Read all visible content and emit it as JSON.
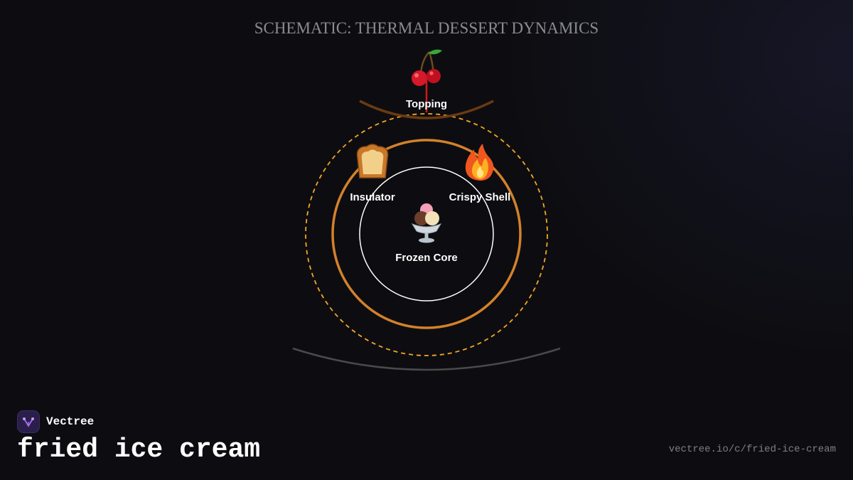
{
  "diagram": {
    "title": "SCHEMATIC: THERMAL DESSERT DYNAMICS",
    "nodes": {
      "topping": {
        "label": "Topping",
        "icon": "cherry-icon"
      },
      "insulator": {
        "label": "Insulator",
        "icon": "bread-icon"
      },
      "shell": {
        "label": "Crispy Shell",
        "icon": "fire-icon"
      },
      "core": {
        "label": "Frozen Core",
        "icon": "ice-cream-sundae-icon"
      }
    },
    "colors": {
      "background": "#0d0d11",
      "dashed_ring": "#f5a623",
      "shell_ring": "#d4812a",
      "core_ring": "#ffffff",
      "topping_arc": "#6b3a12",
      "stem": "#cc1a1a",
      "base_arc": "#4a4a4a"
    }
  },
  "brand": {
    "name": "Vectree",
    "logo_icon": "vectree-logo-icon"
  },
  "page": {
    "heading": "fried ice cream",
    "url": "vectree.io/c/fried-ice-cream"
  }
}
